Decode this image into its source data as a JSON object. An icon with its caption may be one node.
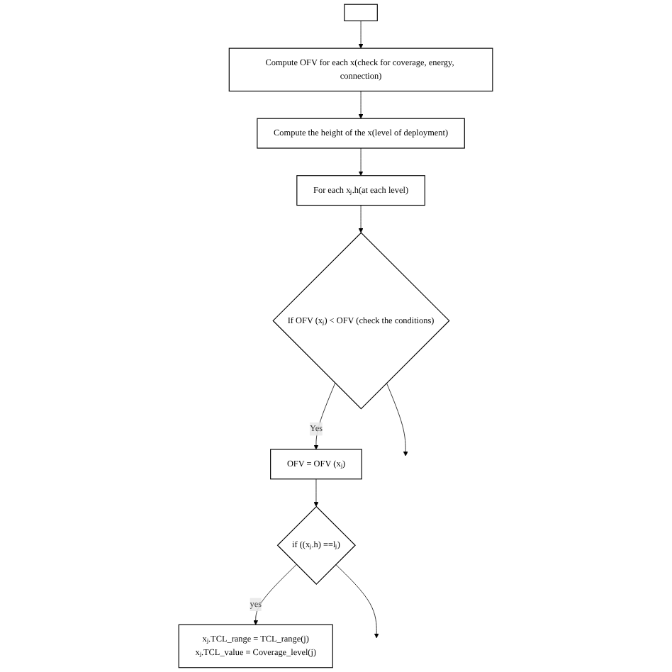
{
  "diagram": {
    "nodes": [
      {
        "text": [],
        "shape": "box"
      },
      {
        "text": [
          "Compute OFV for each x(check for coverage, energy, connection)"
        ]
      },
      {
        "text": [
          "Compute the height of the x(level of deployment)"
        ]
      },
      {
        "text": [
          "For each xⱼ.h(at each level)"
        ]
      },
      {
        "text": [
          "If OFV (xⱼ) < OFV (check the conditions)"
        ]
      },
      {
        "text": [
          "OFV = OFV (xⱼ)"
        ]
      },
      {
        "text": [
          "if ((xⱼ.h) ==lⱼ)"
        ]
      },
      {
        "text": [
          "xⱼ.TCL_range = TCL_range(j)",
          "xⱼ.TCL_value = Coverage_level(j)"
        ]
      }
    ],
    "edges": [
      {
        "from": 0,
        "to": 1,
        "arrow": "to"
      },
      {
        "from": 1,
        "to": 2,
        "arrow": "to"
      },
      {
        "from": 2,
        "to": 3,
        "arrow": "to"
      },
      {
        "from": 3,
        "to": 4,
        "arrow": "to"
      },
      {
        "from": 4,
        "to": 5,
        "arrow": "to",
        "label": "Yes"
      },
      {
        "from": 5,
        "to": 6,
        "arrow": "to"
      },
      {
        "from": 6,
        "to": 7,
        "arrow": "to",
        "label": "yes"
      },
      {
        "from": 4,
        "to": null,
        "arrow": "to"
      },
      {
        "from": 6,
        "to": null,
        "arrow": "to"
      }
    ]
  }
}
